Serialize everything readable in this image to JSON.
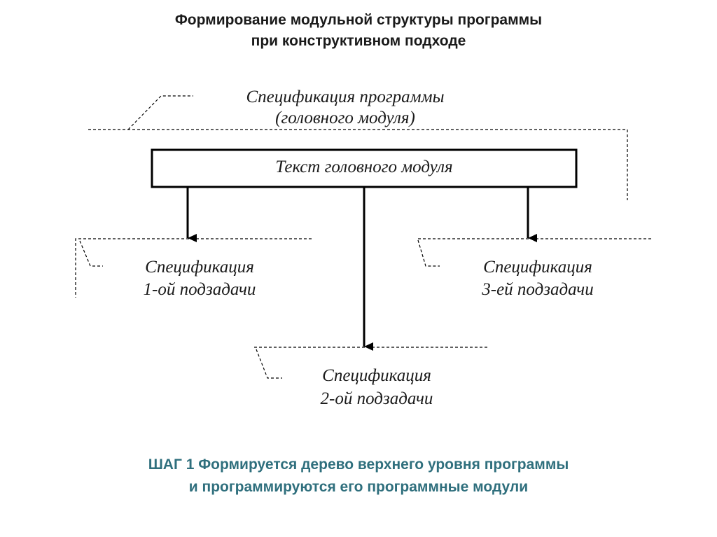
{
  "title": {
    "line1": "Формирование модульной структуры программы",
    "line2": "при конструктивном подходе"
  },
  "diagram": {
    "head_spec": {
      "line1": "Спецификация программы",
      "line2": "(головного модуля)"
    },
    "head_module": "Текст головного модуля",
    "sub1": {
      "line1": "Спецификация",
      "line2": "1-ой подзадачи"
    },
    "sub2": {
      "line1": "Спецификация",
      "line2": "2-ой подзадачи"
    },
    "sub3": {
      "line1": "Спецификация",
      "line2": "3-ей подзадачи"
    }
  },
  "caption": {
    "line1": "ШАГ 1 Формируется дерево верхнего уровня программы",
    "line2": "и программируются его программные модули"
  },
  "colors": {
    "text": "#1a1a1a",
    "caption": "#2f6f7d",
    "lines": "#000000"
  }
}
